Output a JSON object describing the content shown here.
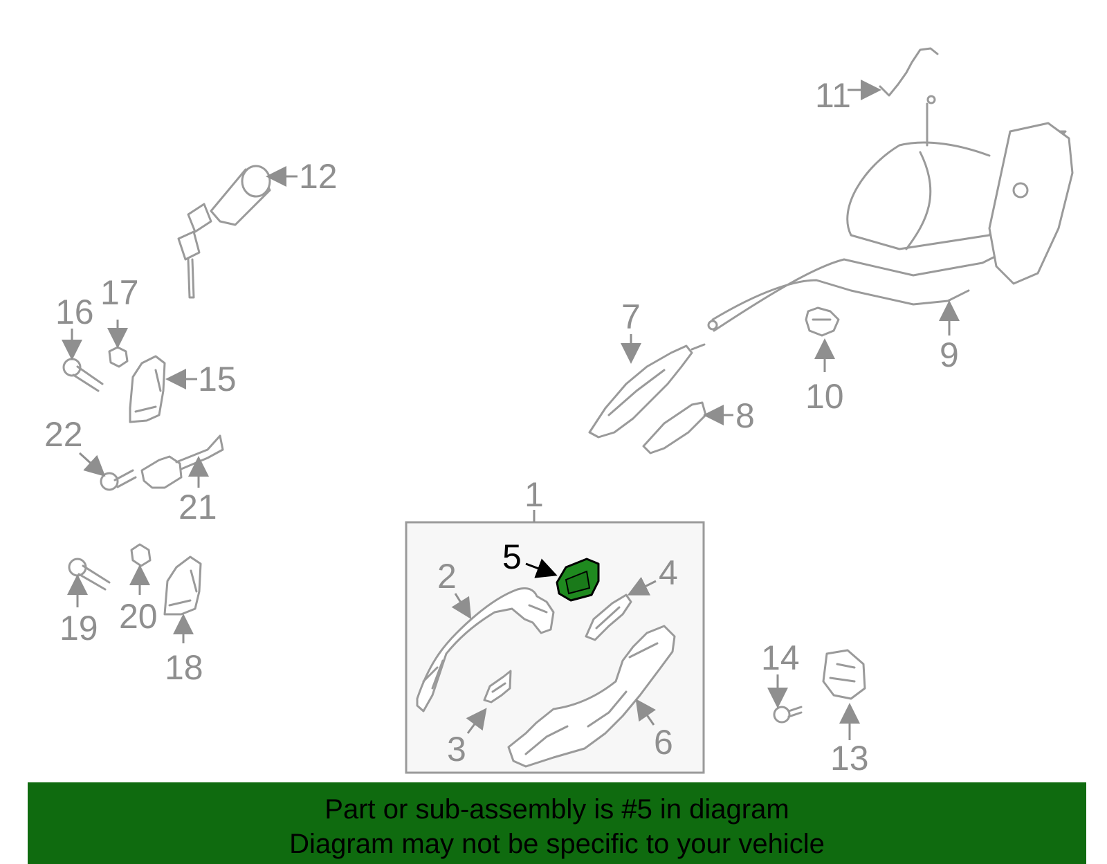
{
  "callouts": {
    "c1": "1",
    "c2": "2",
    "c3": "3",
    "c4": "4",
    "c5": "5",
    "c6": "6",
    "c7": "7",
    "c8": "8",
    "c9": "9",
    "c10": "10",
    "c11": "11",
    "c12": "12",
    "c13": "13",
    "c14": "14",
    "c15": "15",
    "c16": "16",
    "c17": "17",
    "c18": "18",
    "c19": "19",
    "c20": "20",
    "c21": "21",
    "c22": "22"
  },
  "highlight_part": "5",
  "colors": {
    "highlight": "#1f8a1f",
    "banner": "#0f6b0f",
    "line": "#9a9a9a",
    "assembly_box_fill": "#f7f7f7"
  },
  "banner": {
    "line1": "Part or sub-assembly is #5 in diagram",
    "line2": "Diagram may not be specific to your vehicle"
  }
}
